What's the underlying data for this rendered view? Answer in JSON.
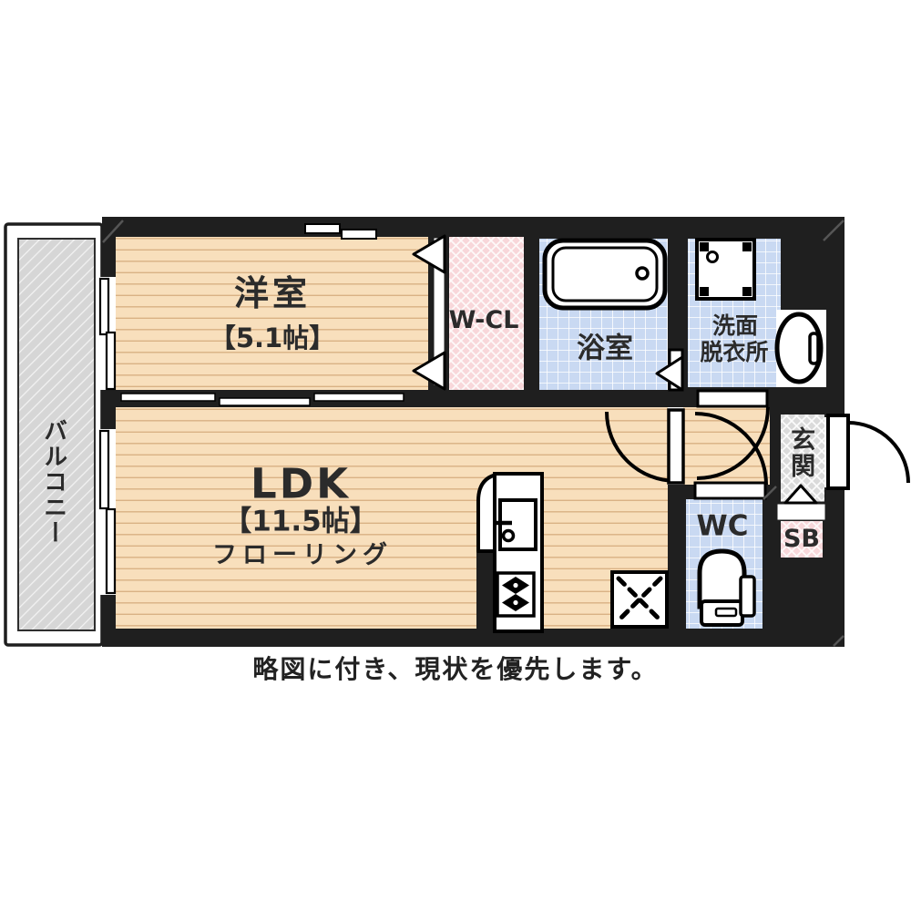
{
  "floorplan": {
    "note": "略図に付き、現状を優先します。",
    "rooms": {
      "bedroom": {
        "name": "洋室",
        "size": "【5.1帖】"
      },
      "walk_in_closet": {
        "label": "W-CL"
      },
      "bathroom": {
        "label": "浴室"
      },
      "washroom": {
        "label_line1": "洗面",
        "label_line2": "脱衣所"
      },
      "ldk": {
        "name": "LDK",
        "size": "【11.5帖】",
        "floor_type": "フローリング"
      },
      "toilet": {
        "label": "WC"
      },
      "entrance": {
        "label": "玄関"
      },
      "shoe_box": {
        "label": "SB"
      },
      "balcony": {
        "label": "バルコニー"
      }
    },
    "colors": {
      "wall": "#1f1f1f",
      "wood_floor": "#f8dfbc",
      "wood_line": "#d9b285",
      "tile_blue": "#c9d9f2",
      "closet_pink": "#f8d7da",
      "gray_area": "#d8d8d8",
      "text": "#2b2b2b"
    }
  }
}
